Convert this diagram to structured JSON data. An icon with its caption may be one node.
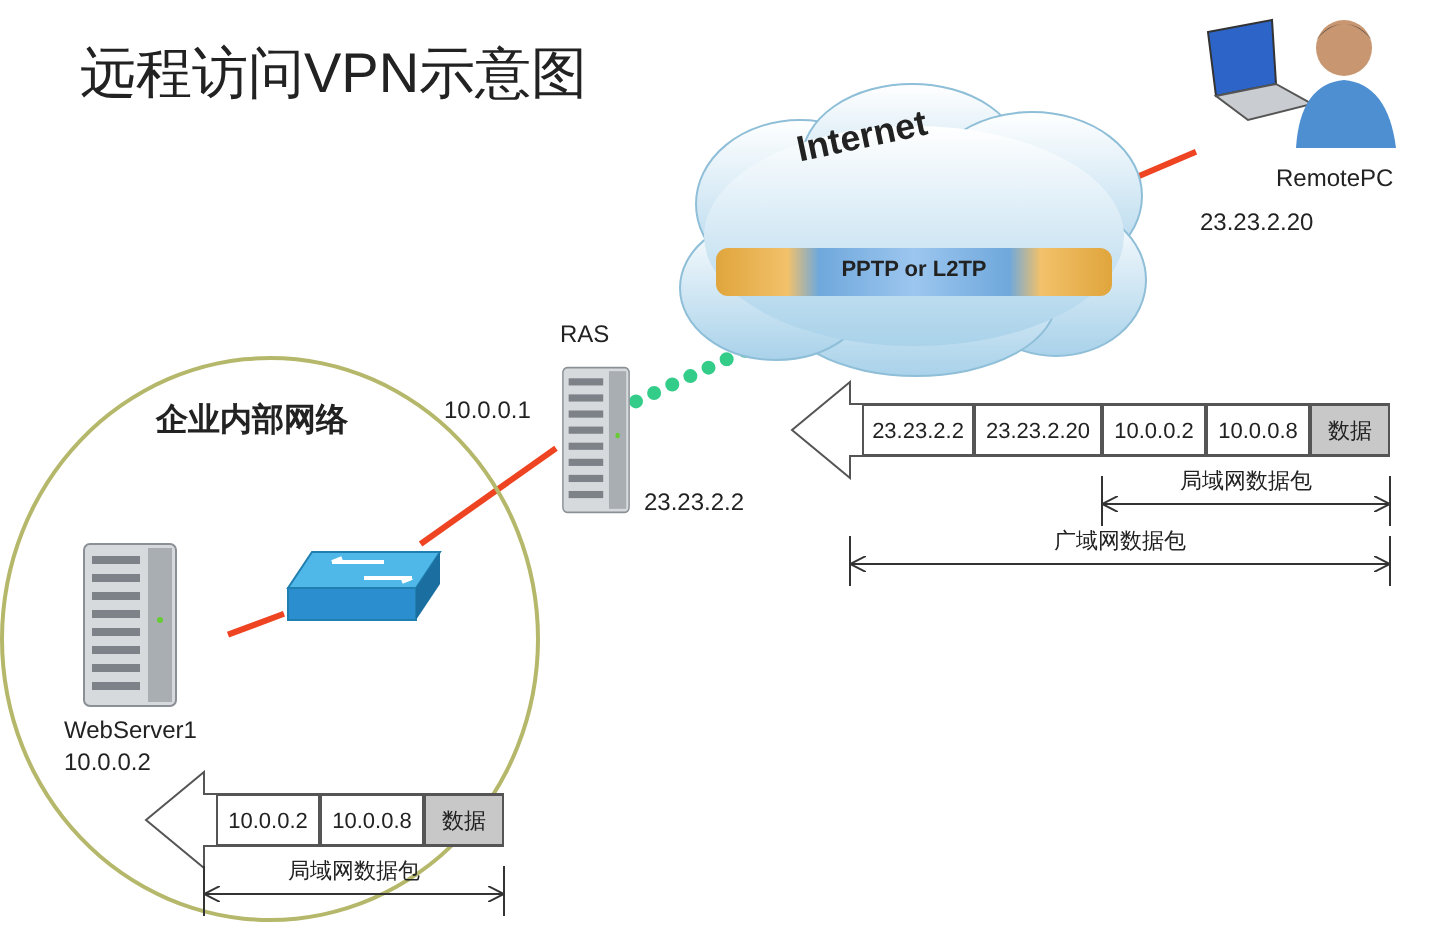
{
  "diagram": {
    "title": "远程访问VPN示意图",
    "nodes": [
      {
        "text": [
          "企业内部网络"
        ]
      },
      {
        "text": [
          "WebServer1",
          "10.0.0.2"
        ],
        "in": 0
      },
      {
        "text": [],
        "shape": "picture",
        "in": 0
      },
      {
        "text": [
          "RAS"
        ],
        "beside": [
          "10.0.0.1",
          "23.23.2.2"
        ]
      },
      {
        "text": [
          "Internet"
        ]
      },
      {
        "text": [
          "PPTP or L2TP"
        ],
        "in": 4
      },
      {
        "text": [
          "RemotePC"
        ],
        "beside": [
          "23.23.2.20"
        ]
      }
    ],
    "edges": [
      {
        "from": 1,
        "to": 2,
        "arrow": "none"
      },
      {
        "from": 2,
        "to": 3,
        "arrow": "none"
      },
      {
        "from": 3,
        "to": 5,
        "arrow": "none",
        "style": "dashed",
        "color": "#33cc88"
      },
      {
        "from": 5,
        "to": 6,
        "arrow": "none"
      }
    ],
    "labels": [
      "23.23.2.2",
      "23.23.2.20",
      "10.0.0.2",
      "10.0.0.8",
      "数据",
      "局域网数据包",
      "广域网数据包",
      "10.0.0.2",
      "10.0.0.8",
      "数据",
      "局域网数据包"
    ]
  }
}
